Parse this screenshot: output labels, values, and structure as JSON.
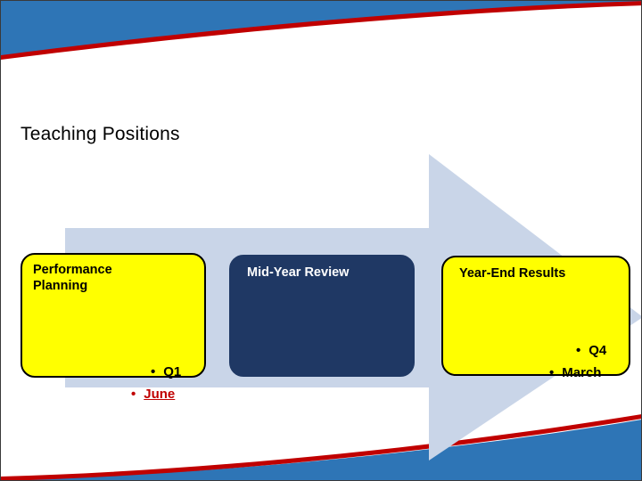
{
  "slide": {
    "title": "Teaching Positions",
    "background_color": "#ffffff",
    "accent_blue": "#2E75B6",
    "accent_red": "#C00000",
    "arrow_color": "#C9D5E8"
  },
  "process": {
    "arrow_name": "right-process-arrow",
    "stages": [
      {
        "id": "performance-planning",
        "label": "Performance\nPlanning",
        "fill": "#ffff00",
        "text_color": "#000000"
      },
      {
        "id": "mid-year-review",
        "label": "Mid-Year Review",
        "fill": "#1f3864",
        "text_color": "#ffffff"
      },
      {
        "id": "year-end-results",
        "label": "Year-End Results",
        "fill": "#ffff00",
        "text_color": "#000000"
      }
    ]
  },
  "bullets": [
    {
      "id": "q1",
      "marker": "•",
      "text": "Q1",
      "color": "#000000",
      "underline": false
    },
    {
      "id": "june",
      "marker": "•",
      "text": "June",
      "color": "#c00000",
      "underline": true
    },
    {
      "id": "q4",
      "marker": "•",
      "text": "Q4",
      "color": "#000000",
      "underline": false
    },
    {
      "id": "march",
      "marker": "•",
      "text": "March",
      "color": "#000000",
      "underline": false
    }
  ]
}
